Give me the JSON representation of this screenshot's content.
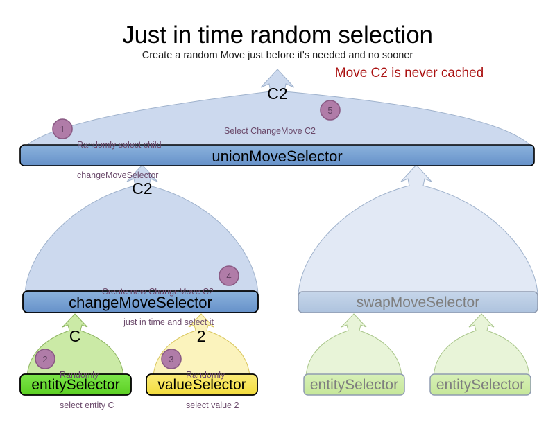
{
  "header": {
    "title": "Just in time random selection",
    "subtitle": "Create a random Move just before it's needed and no sooner",
    "note": "Move C2 is never cached",
    "note_color": "#aa1111"
  },
  "colors": {
    "selector_bar_blue": "#6f9fd4",
    "arrow_body_blue": "#ccd9ee",
    "faded_bar_blue": "#b9cce4",
    "faded_body_blue": "#e2e9f5",
    "entity_green": "#66dd33",
    "entity_body_green": "#cbeaa6",
    "faded_entity_green": "#cce9a8",
    "faded_entity_body_green": "#e8f4d8",
    "value_yellow": "#f7e353",
    "value_body_yellow": "#fbf3bd",
    "badge_purple": "#b07ca8",
    "badge_border": "#8a5a84",
    "step_text": "#6b4a6b",
    "stroke_dark": "#000000",
    "stroke_faded": "#8f9bb0"
  },
  "nodes": {
    "union": {
      "label": "unionMoveSelector",
      "move_label": "C2"
    },
    "change": {
      "label": "changeMoveSelector",
      "move_label": "C2"
    },
    "swap": {
      "label": "swapMoveSelector"
    },
    "entity_left": {
      "label": "entitySelector",
      "move_label": "C"
    },
    "value_left": {
      "label": "valueSelector",
      "move_label": "2"
    },
    "entity_right_a": {
      "label": "entitySelector"
    },
    "entity_right_b": {
      "label": "entitySelector"
    }
  },
  "steps": [
    {
      "num": "1",
      "lines": [
        "Randomly select child",
        "changeMoveSelector"
      ]
    },
    {
      "num": "2",
      "lines": [
        "Randomly",
        "select entity C"
      ]
    },
    {
      "num": "3",
      "lines": [
        "Randomly",
        "select value 2"
      ]
    },
    {
      "num": "4",
      "lines": [
        "Create new ChangeMove C2",
        "just in time and select it"
      ]
    },
    {
      "num": "5",
      "lines": [
        "Select ChangeMove C2"
      ]
    }
  ]
}
